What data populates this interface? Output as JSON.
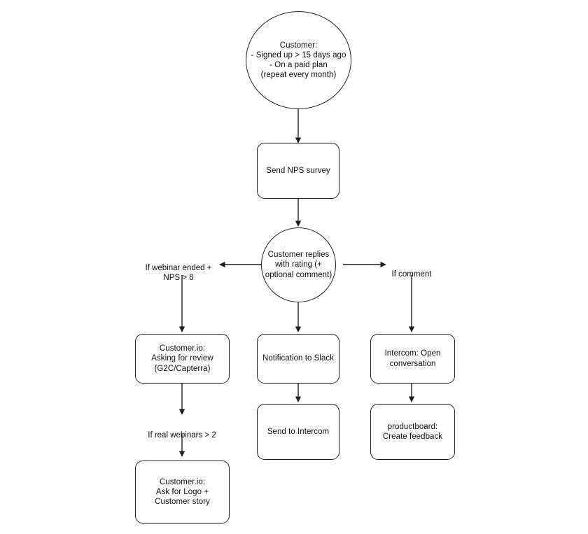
{
  "diagram": {
    "title": "NPS survey customer feedback workflow",
    "background_color": "#ffffff",
    "stroke_color": "#1f1f1f",
    "text_color": "#0d0d0d",
    "nodes": [
      {
        "id": "trigger",
        "shape": "circle",
        "text": "Customer:\n- Signed up > 15 days ago\n- On a paid plan\n(repeat every month)"
      },
      {
        "id": "send-nps-survey",
        "shape": "rect",
        "text": "Send NPS survey"
      },
      {
        "id": "customer-replies",
        "shape": "circle",
        "text": "Customer replies\nwith rating (+\noptional comment)"
      },
      {
        "id": "customerio-review",
        "shape": "rect",
        "text": "Customer.io:\nAsking for review\n(G2C/Capterra)"
      },
      {
        "id": "notification-slack",
        "shape": "rect",
        "text": "Notification to Slack"
      },
      {
        "id": "intercom-open-conversation",
        "shape": "rect",
        "text": "Intercom: Open\nconversation"
      },
      {
        "id": "customerio-logo-story",
        "shape": "rect",
        "text": "Customer.io:\nAsk for Logo +\nCustomer story"
      },
      {
        "id": "send-to-intercom",
        "shape": "rect",
        "text": "Send to Intercom"
      },
      {
        "id": "productboard-feedback",
        "shape": "rect",
        "text": "productboard:\nCreate feedback"
      }
    ],
    "edge_labels": [
      {
        "id": "webinar-nps-condition",
        "text": "If webinar ended +\nNPS > 8"
      },
      {
        "id": "comment-condition",
        "text": "If comment"
      },
      {
        "id": "real-webinars-condition",
        "text": "If real webinars > 2"
      }
    ]
  }
}
